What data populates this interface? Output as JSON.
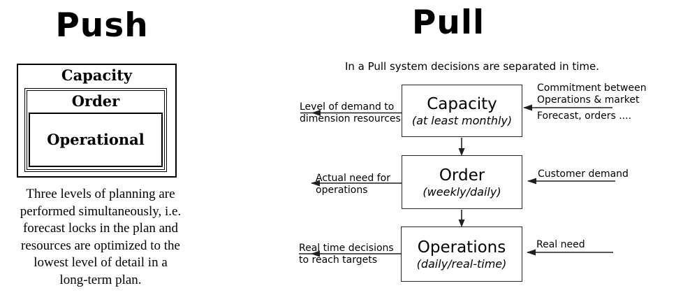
{
  "push": {
    "title": "Push",
    "nested_boxes": {
      "outer_label": "Capacity",
      "middle_label": "Order",
      "inner_label": "Operational"
    },
    "description_lines": [
      "Three levels of planning are",
      "performed simultaneously, i.e.",
      "forecast locks in the plan and",
      "resources are optimized to the",
      "lowest level of detail in a",
      "long-term plan."
    ]
  },
  "pull": {
    "title": "Pull",
    "subtitle": "In a Pull system decisions are separated in time.",
    "stages": [
      {
        "name": "Capacity",
        "frequency": "(at least monthly)",
        "output_lines": [
          "Level of demand to",
          "dimension resources"
        ],
        "input_lines": [
          "Commitment between",
          "Operations & market"
        ],
        "input_note": "Forecast, orders ...."
      },
      {
        "name": "Order",
        "frequency": "(weekly/daily)",
        "output_lines": [
          "Actual need for",
          "operations"
        ],
        "input_lines": [
          "Customer demand"
        ]
      },
      {
        "name": "Operations",
        "frequency": "(daily/real-time)",
        "output_lines": [
          "Real time decisions",
          "to reach targets"
        ],
        "input_lines": [
          "Real need"
        ]
      }
    ]
  },
  "colors": {
    "ink": "#000000",
    "line": "#1f1f1f",
    "stage_border": "#262626",
    "background": "#ffffff"
  }
}
